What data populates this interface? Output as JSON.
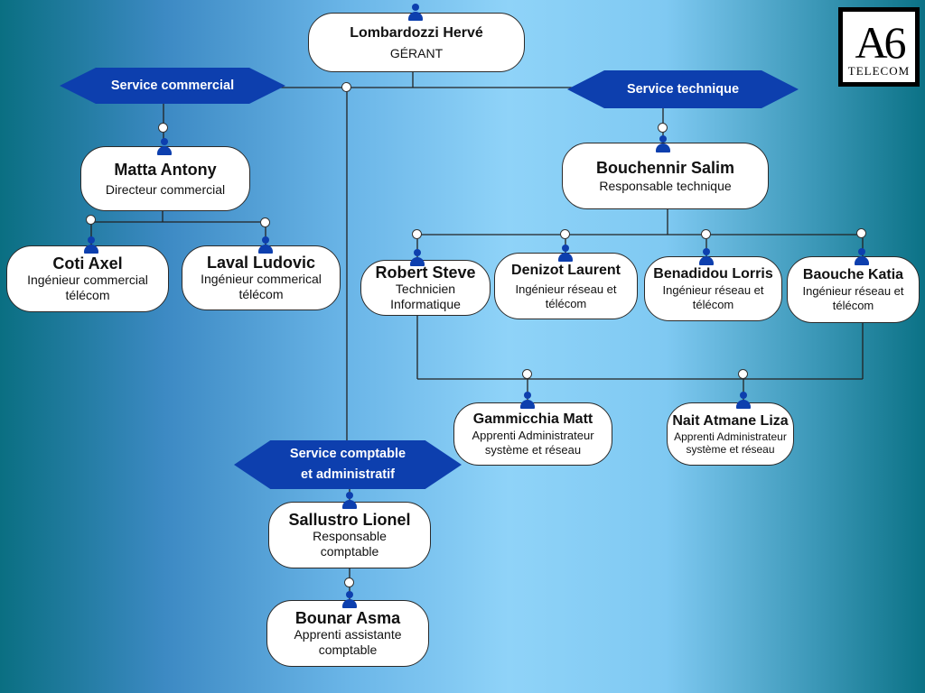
{
  "logo": {
    "mark": "A6",
    "text": "TELECOM"
  },
  "services": {
    "commercial": {
      "label": "Service commercial"
    },
    "technique": {
      "label": "Service technique"
    },
    "comptable": {
      "line1": "Service comptable",
      "line2": "et administratif"
    }
  },
  "people": {
    "gerant": {
      "name": "Lombardozzi Hervé",
      "role": "GÉRANT"
    },
    "matta": {
      "name": "Matta Antony",
      "role": "Directeur commercial"
    },
    "coti": {
      "name": "Coti Axel",
      "role": "Ingénieur commercial télécom"
    },
    "laval": {
      "name": "Laval Ludovic",
      "role": "Ingénieur commerical télécom"
    },
    "bouchennir": {
      "name": "Bouchennir Salim",
      "role": "Responsable technique"
    },
    "robert": {
      "name": "Robert Steve",
      "role": "Technicien Informatique"
    },
    "denizot": {
      "name": "Denizot Laurent",
      "role": "Ingénieur réseau et télécom"
    },
    "benadidou": {
      "name": "Benadidou Lorris",
      "role": "Ingénieur réseau et télécom"
    },
    "baouche": {
      "name": "Baouche Katia",
      "role": "Ingénieur réseau et télécom"
    },
    "gammicchia": {
      "name": "Gammicchia Matt",
      "role": "Apprenti Administrateur système et réseau"
    },
    "nait": {
      "name": "Nait Atmane Liza",
      "role": "Apprenti Administrateur système et réseau"
    },
    "sallustro": {
      "name": "Sallustro Lionel",
      "role": "Responsable comptable"
    },
    "bounar": {
      "name": "Bounar Asma",
      "role": "Apprenti assistante comptable"
    }
  },
  "colors": {
    "accent": "#0d3fae",
    "line": "#222222",
    "card": "#ffffff"
  }
}
